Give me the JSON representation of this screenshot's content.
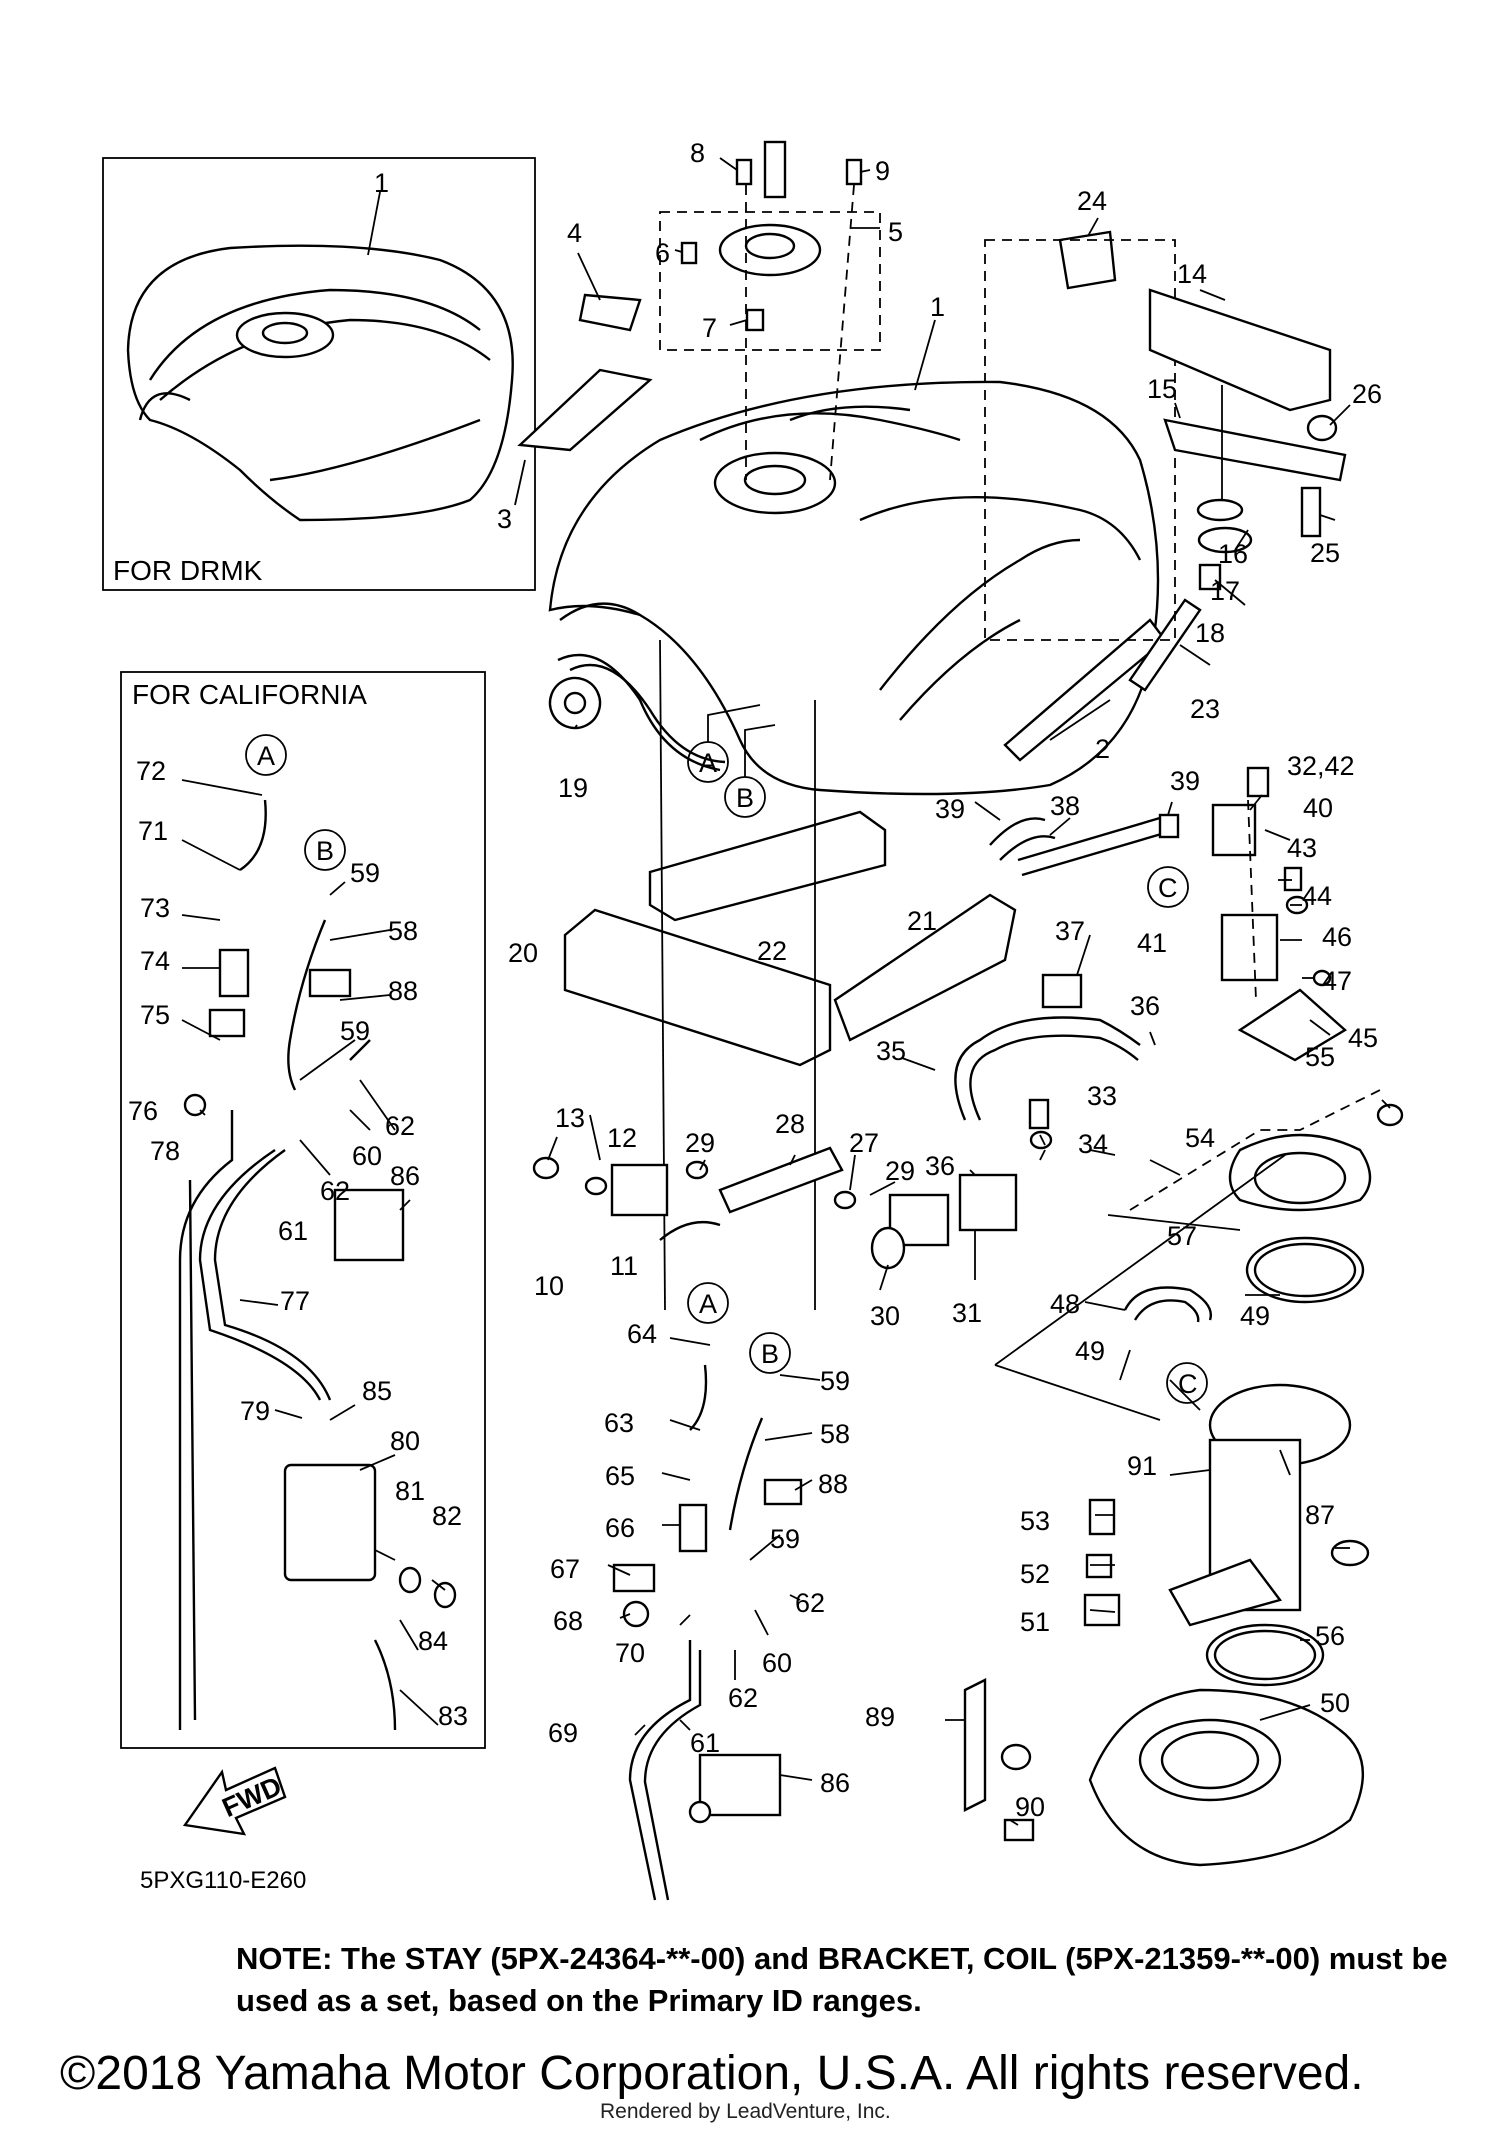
{
  "diagram_code": "5PXG110-E260",
  "boxes": {
    "drmk": "FOR DRMK",
    "california": "FOR CALIFORNIA"
  },
  "fwd_label": "FWD",
  "connectors": [
    "A",
    "B",
    "C"
  ],
  "part_labels": {
    "p1": "1",
    "p2": "2",
    "p3": "3",
    "p4": "4",
    "p5": "5",
    "p6": "6",
    "p7": "7",
    "p8": "8",
    "p9": "9",
    "p10": "10",
    "p11": "11",
    "p12": "12",
    "p13": "13",
    "p14": "14",
    "p15": "15",
    "p16": "16",
    "p17": "17",
    "p18": "18",
    "p19": "19",
    "p20": "20",
    "p21": "21",
    "p22": "22",
    "p23": "23",
    "p24": "24",
    "p25": "25",
    "p26": "26",
    "p27": "27",
    "p28": "28",
    "p29": "29",
    "p30": "30",
    "p31": "31",
    "p32_42": "32,42",
    "p33": "33",
    "p34": "34",
    "p35": "35",
    "p36": "36",
    "p37": "37",
    "p38": "38",
    "p39": "39",
    "p40": "40",
    "p41": "41",
    "p43": "43",
    "p44": "44",
    "p45": "45",
    "p46": "46",
    "p47": "47",
    "p48": "48",
    "p49": "49",
    "p50": "50",
    "p51": "51",
    "p52": "52",
    "p53": "53",
    "p54": "54",
    "p55": "55",
    "p56": "56",
    "p57": "57",
    "p58": "58",
    "p59": "59",
    "p60": "60",
    "p61": "61",
    "p62": "62",
    "p63": "63",
    "p64": "64",
    "p65": "65",
    "p66": "66",
    "p67": "67",
    "p68": "68",
    "p69": "69",
    "p70": "70",
    "p71": "71",
    "p72": "72",
    "p73": "73",
    "p74": "74",
    "p75": "75",
    "p76": "76",
    "p77": "77",
    "p78": "78",
    "p79": "79",
    "p80": "80",
    "p81": "81",
    "p82": "82",
    "p83": "83",
    "p84": "84",
    "p85": "85",
    "p86": "86",
    "p87": "87",
    "p88": "88",
    "p89": "89",
    "p90": "90",
    "p91": "91"
  },
  "note": "NOTE: The STAY (5PX-24364-**-00) and BRACKET, COIL (5PX-21359-**-00) must be used as a set, based on the Primary ID ranges.",
  "copyright": "©2018 Yamaha Motor Corporation, U.S.A. All rights reserved.",
  "rendered_by": "Rendered by LeadVenture, Inc."
}
